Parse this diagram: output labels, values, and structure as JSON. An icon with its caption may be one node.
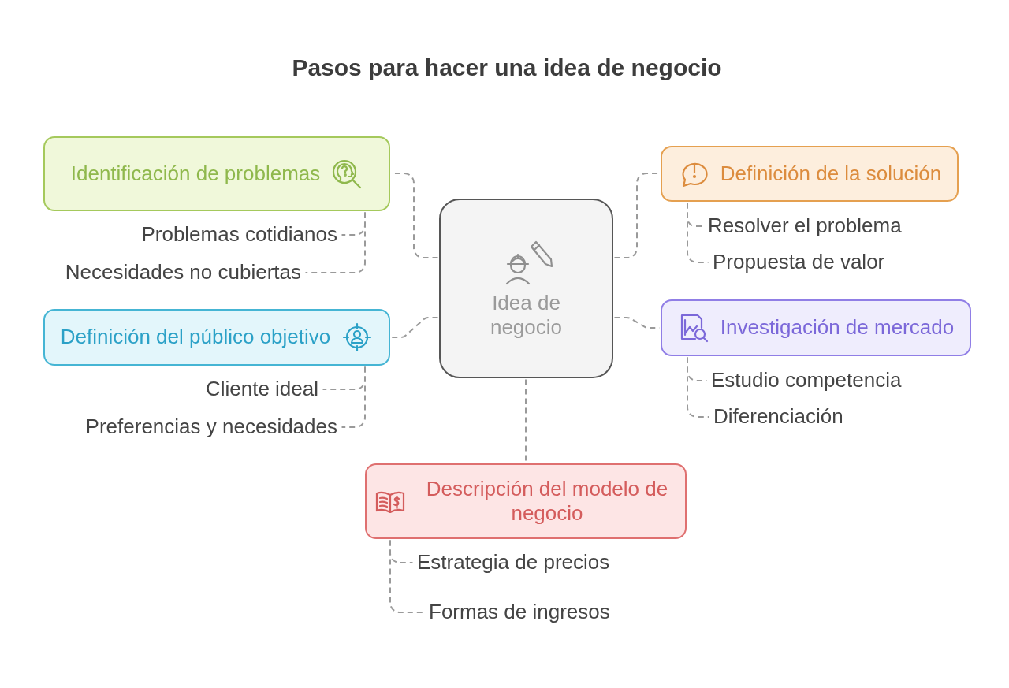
{
  "diagram": {
    "title": "Pasos para hacer una idea de negocio",
    "nodes": [
      {
        "text": [
          "Idea de negocio"
        ]
      },
      {
        "text": [
          "Identificación de problemas"
        ]
      },
      {
        "text": [
          "Problemas cotidianos"
        ]
      },
      {
        "text": [
          "Necesidades no cubiertas"
        ]
      },
      {
        "text": [
          "Definición del público objetivo"
        ]
      },
      {
        "text": [
          "Cliente ideal"
        ]
      },
      {
        "text": [
          "Preferencias y necesidades"
        ]
      },
      {
        "text": [
          "Definición de la solución"
        ]
      },
      {
        "text": [
          "Resolver el problema"
        ]
      },
      {
        "text": [
          "Propuesta de valor"
        ]
      },
      {
        "text": [
          "Investigación de mercado"
        ]
      },
      {
        "text": [
          "Estudio competencia"
        ]
      },
      {
        "text": [
          "Diferenciación"
        ]
      },
      {
        "text": [
          "Descripción del modelo de negocio"
        ]
      },
      {
        "text": [
          "Estrategia de precios"
        ]
      },
      {
        "text": [
          "Formas de ingresos"
        ]
      }
    ],
    "edges": [
      {
        "from": 0,
        "to": 1,
        "arrow": "none"
      },
      {
        "from": 0,
        "to": 4,
        "arrow": "none"
      },
      {
        "from": 0,
        "to": 7,
        "arrow": "none"
      },
      {
        "from": 0,
        "to": 10,
        "arrow": "none"
      },
      {
        "from": 0,
        "to": 13,
        "arrow": "none"
      },
      {
        "from": 1,
        "to": 2,
        "arrow": "none"
      },
      {
        "from": 1,
        "to": 3,
        "arrow": "none"
      },
      {
        "from": 4,
        "to": 5,
        "arrow": "none"
      },
      {
        "from": 4,
        "to": 6,
        "arrow": "none"
      },
      {
        "from": 7,
        "to": 8,
        "arrow": "none"
      },
      {
        "from": 7,
        "to": 9,
        "arrow": "none"
      },
      {
        "from": 10,
        "to": 11,
        "arrow": "none"
      },
      {
        "from": 10,
        "to": 12,
        "arrow": "none"
      },
      {
        "from": 13,
        "to": 14,
        "arrow": "none"
      },
      {
        "from": 13,
        "to": 15,
        "arrow": "none"
      }
    ]
  }
}
